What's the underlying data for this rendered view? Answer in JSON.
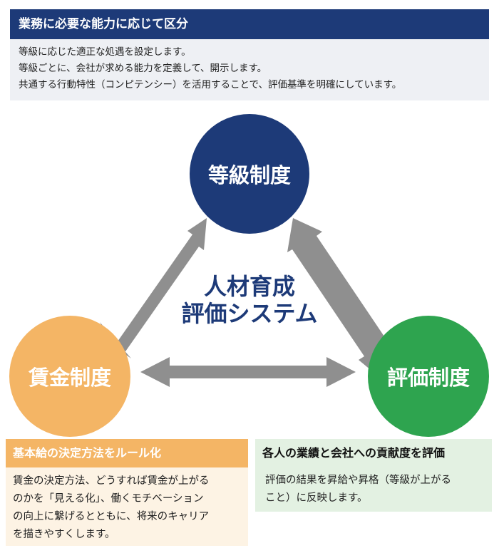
{
  "top": {
    "header": "業務に必要な能力に応じて区分",
    "lines": [
      "等級に応じた適正な処遇を設定します。",
      "等級ごとに、会社が求める能力を定義して、開示します。",
      "共通する行動特性（コンピテンシー）を活用することで、評価基準を明確にしています。"
    ]
  },
  "diagram": {
    "center_line1": "人材育成",
    "center_line2": "評価システム",
    "grade_label": "等級制度",
    "wage_label": "賃金制度",
    "eval_label": "評価制度"
  },
  "wage_panel": {
    "header": "基本給の決定方法をルール化",
    "lines": [
      "賃金の決定方法、どうすれば賃金が上がる",
      "のかを「見える化」、働くモチベーション",
      "の向上に繋げるとともに、将来のキャリア",
      "を描きやすくします。"
    ]
  },
  "eval_panel": {
    "header": "各人の業績と会社への貢献度を評価",
    "lines": [
      "評価の結果を昇給や昇格（等級が上がる",
      "こと）に反映します。"
    ]
  },
  "colors": {
    "navy": "#1d3a78",
    "orange": "#f4b565",
    "green": "#2ea44f",
    "arrow": "#8f8f8f"
  }
}
